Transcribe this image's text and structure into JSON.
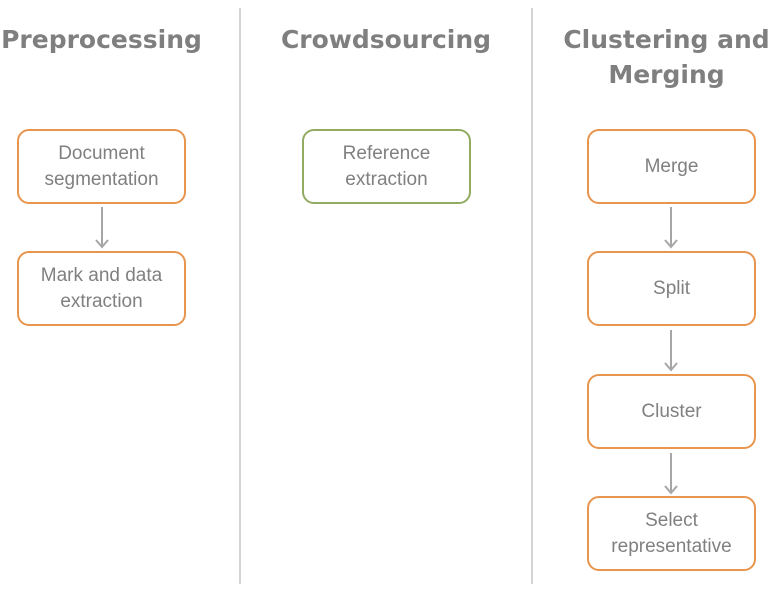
{
  "columns": [
    {
      "heading": "Preprocessing",
      "steps": [
        "Document\nsegmentation",
        "Mark and data\nextraction"
      ]
    },
    {
      "heading": "Crowdsourcing",
      "steps": [
        "Reference\nextraction"
      ]
    },
    {
      "heading": "Clustering and\nMerging",
      "steps": [
        "Merge",
        "Split",
        "Cluster",
        "Select\nrepresentative"
      ]
    }
  ],
  "colors": {
    "heading_text": "#7f7f7f",
    "step_text": "#808080",
    "orange_border": "#e8954e",
    "green_border": "#93ab61",
    "divider": "#d4d4d4",
    "arrow": "#a6a6a6"
  }
}
